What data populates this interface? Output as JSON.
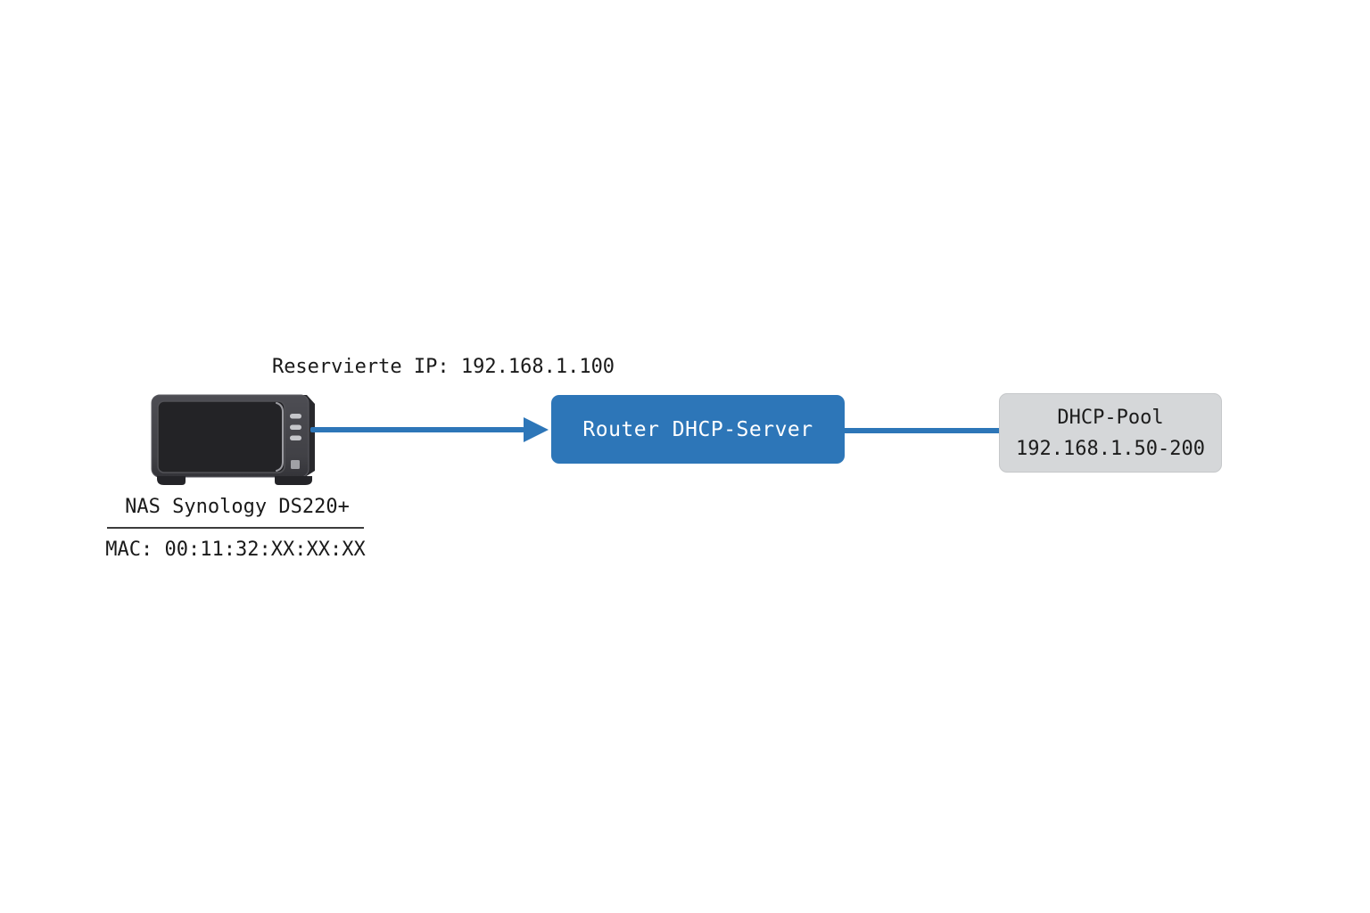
{
  "diagram": {
    "title_implicit": "DHCP Reservierung Diagramm",
    "background_color": "#ffffff",
    "accent_blue": "#2d76b8",
    "text_color": "#1a1a1a",
    "reserved_ip_label": "Reservierte IP: 192.168.1.100",
    "nas": {
      "label": "NAS Synology DS220+",
      "mac": "MAC: 00:11:32:XX:XX:XX",
      "body_color": "#47474c",
      "screen_color": "#232326",
      "led_color": "#c6c7cb"
    },
    "router": {
      "label": "Router DHCP-Server",
      "bg": "#2d76b8",
      "text_color": "#ffffff"
    },
    "dhcp_pool": {
      "line1": "DHCP-Pool",
      "line2": "192.168.1.50-200",
      "bg": "#d5d7d9",
      "text_color": "#1c1c1c"
    }
  }
}
